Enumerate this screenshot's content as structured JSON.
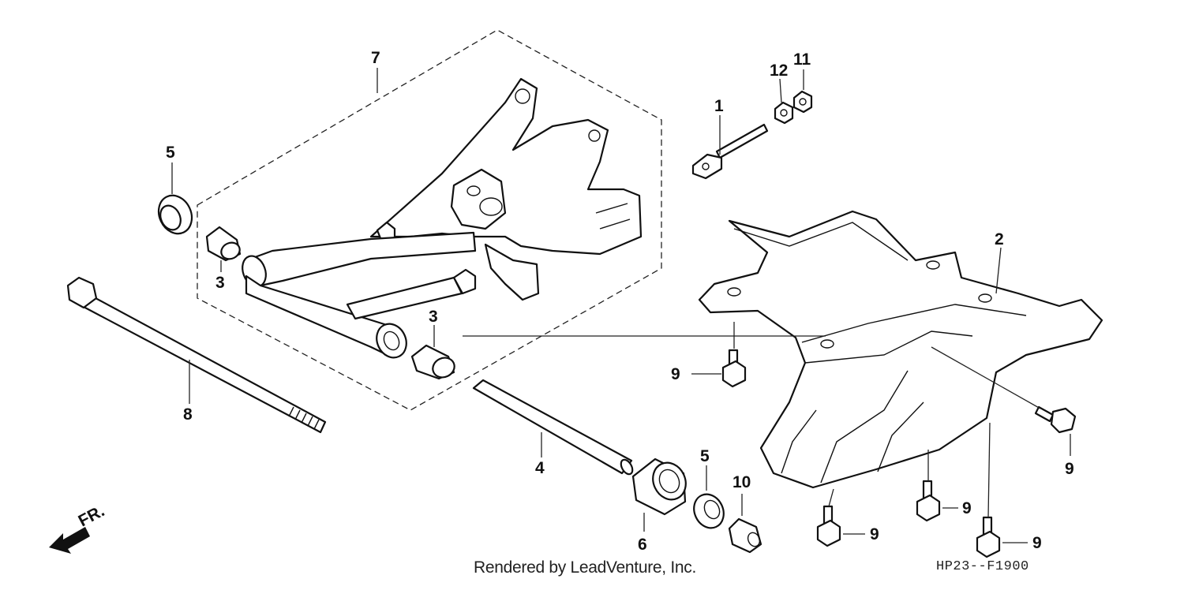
{
  "diagram": {
    "callouts": [
      {
        "id": "c1",
        "label": "1"
      },
      {
        "id": "c2",
        "label": "2"
      },
      {
        "id": "c3a",
        "label": "3"
      },
      {
        "id": "c3b",
        "label": "3"
      },
      {
        "id": "c4",
        "label": "4"
      },
      {
        "id": "c5a",
        "label": "5"
      },
      {
        "id": "c5b",
        "label": "5"
      },
      {
        "id": "c6",
        "label": "6"
      },
      {
        "id": "c7",
        "label": "7"
      },
      {
        "id": "c8",
        "label": "8"
      },
      {
        "id": "c9a",
        "label": "9"
      },
      {
        "id": "c9b",
        "label": "9"
      },
      {
        "id": "c9c",
        "label": "9"
      },
      {
        "id": "c9d",
        "label": "9"
      },
      {
        "id": "c9e",
        "label": "9"
      },
      {
        "id": "c10",
        "label": "10"
      },
      {
        "id": "c11",
        "label": "11"
      },
      {
        "id": "c12",
        "label": "12"
      }
    ],
    "front_indicator": "FR.",
    "credit": "Rendered by LeadVenture, Inc.",
    "figure_code": "HP23--F1900"
  }
}
